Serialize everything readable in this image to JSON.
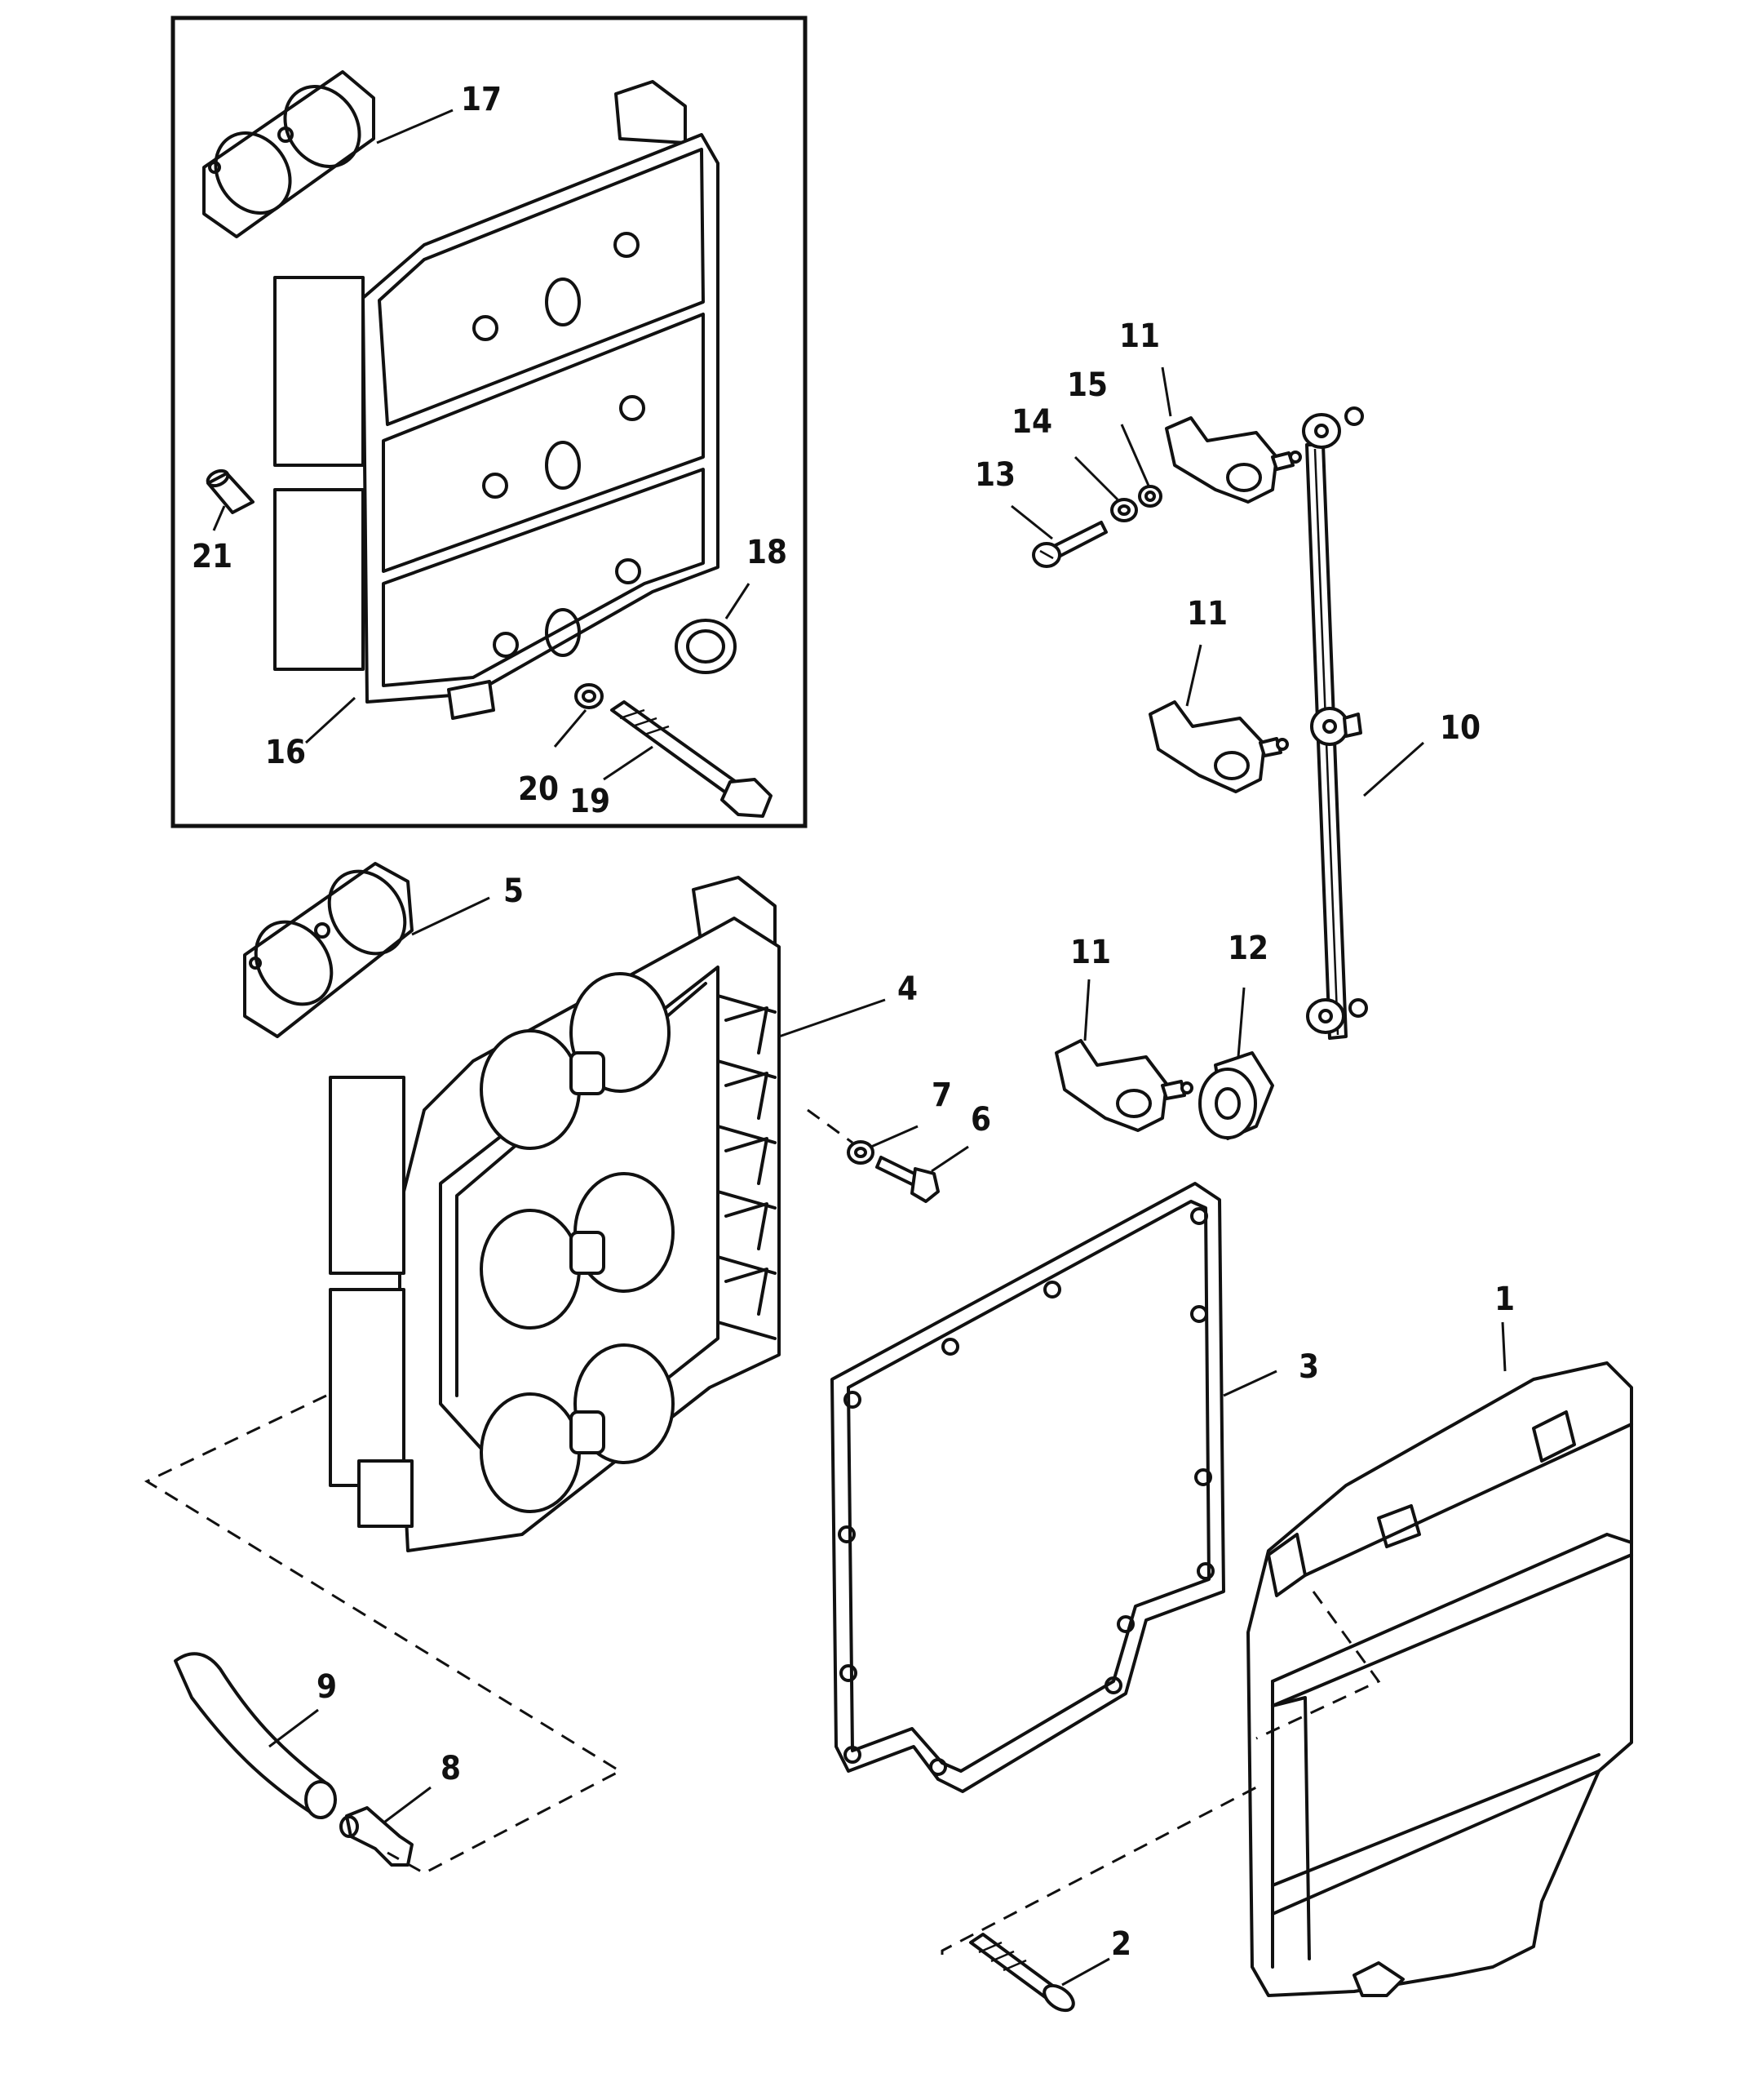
{
  "labels": {
    "p1": "1",
    "p2": "2",
    "p3": "3",
    "p4": "4",
    "p5": "5",
    "p6": "6",
    "p7": "7",
    "p8": "8",
    "p9": "9",
    "p10": "10",
    "p11a": "11",
    "p11b": "11",
    "p11c": "11",
    "p12": "12",
    "p13": "13",
    "p14": "14",
    "p15": "15",
    "p16": "16",
    "p17": "17",
    "p18": "18",
    "p19": "19",
    "p20": "20",
    "p21": "21"
  }
}
